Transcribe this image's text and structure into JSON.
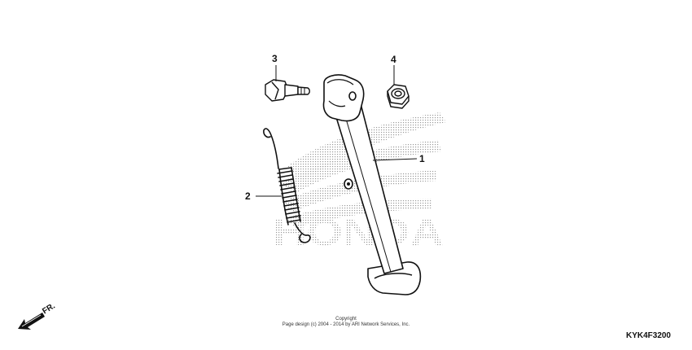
{
  "callouts": {
    "part_1": "1",
    "part_2": "2",
    "part_3": "3",
    "part_4": "4"
  },
  "watermark": {
    "brand_text": "HONDA"
  },
  "direction_arrow": {
    "label": "FR."
  },
  "copyright": {
    "line1": "Copyright",
    "line2": "Page design (c) 2004 - 2014 by ARI Network Services, Inc."
  },
  "diagram_code": "KYK4F3200",
  "colors": {
    "line": "#111111",
    "watermark_dots": "#9a9a9a",
    "background": "#ffffff"
  }
}
